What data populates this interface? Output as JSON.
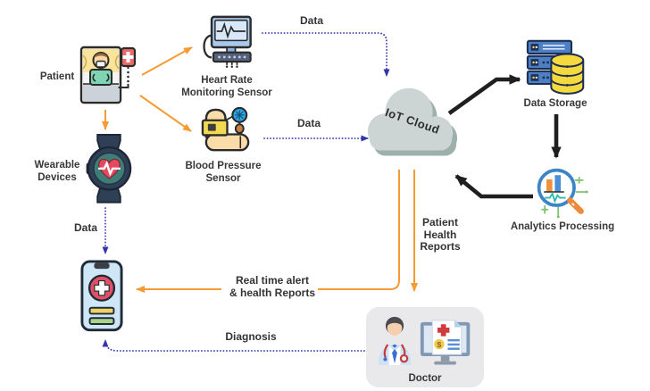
{
  "title": "IoT healthcare remote monitoring diagram",
  "colors": {
    "orange_arrow": "#F49B33",
    "blue_dotted_arrow": "#3336AB",
    "black_arrow": "#1F1F1F",
    "label_text": "#383838",
    "cloud_light": "#CCD5D3",
    "cloud_shade": "#9DB0AB",
    "doctor_box_bg": "#E9E9EB"
  },
  "nodes": {
    "patient": {
      "label": "Patient",
      "icon": "patient-in-bed-icon"
    },
    "heart_rate_sensor": {
      "lines": [
        "Heart Rate",
        "Monitoring Sensor"
      ],
      "icon": "heart-rate-monitor-icon"
    },
    "blood_pressure_sensor": {
      "lines": [
        "Blood Pressure",
        "Sensor"
      ],
      "icon": "blood-pressure-cuff-icon"
    },
    "wearable_devices": {
      "lines": [
        "Wearable",
        "Devices"
      ],
      "icon": "smartwatch-icon"
    },
    "iot_cloud": {
      "label": "IoT Cloud",
      "icon": "cloud-icon"
    },
    "data_storage": {
      "label": "Data Storage",
      "icon": "server-database-icon"
    },
    "analytics_processing": {
      "label": "Analytics Processing",
      "icon": "magnifier-chart-icon"
    },
    "doctor": {
      "label": "Doctor",
      "icon": "doctor-with-monitor-icon",
      "monitor_dollar": "$"
    },
    "patient_phone": {
      "icon": "medical-app-phone-icon"
    }
  },
  "edges": {
    "patient_to_heart_rate": {
      "from": "patient",
      "to": "heart_rate_sensor",
      "style": "solid-orange"
    },
    "patient_to_blood_pressure": {
      "from": "patient",
      "to": "blood_pressure_sensor",
      "style": "solid-orange"
    },
    "patient_to_wearable": {
      "from": "patient",
      "to": "wearable_devices",
      "style": "solid-orange"
    },
    "heart_rate_to_cloud": {
      "from": "heart_rate_sensor",
      "to": "iot_cloud",
      "label": "Data",
      "style": "dotted-blue"
    },
    "blood_pressure_to_cloud": {
      "from": "blood_pressure_sensor",
      "to": "iot_cloud",
      "label": "Data",
      "style": "dotted-blue"
    },
    "wearable_to_phone": {
      "from": "wearable_devices",
      "to": "patient_phone",
      "label": "Data",
      "style": "dotted-blue"
    },
    "cloud_to_data_storage": {
      "from": "iot_cloud",
      "to": "data_storage",
      "style": "solid-black"
    },
    "data_storage_to_analytics": {
      "from": "data_storage",
      "to": "analytics_processing",
      "style": "solid-black"
    },
    "analytics_to_cloud": {
      "from": "analytics_processing",
      "to": "iot_cloud",
      "style": "solid-black"
    },
    "cloud_to_doctor": {
      "from": "iot_cloud",
      "to": "doctor",
      "lines": [
        "Patient",
        "Health",
        "Reports"
      ],
      "style": "solid-orange"
    },
    "cloud_to_phone": {
      "from": "iot_cloud",
      "to": "patient_phone",
      "lines": [
        "Real time alert",
        "& health Reports"
      ],
      "style": "solid-orange"
    },
    "doctor_to_phone": {
      "from": "doctor",
      "to": "patient_phone",
      "label": "Diagnosis",
      "style": "dotted-blue"
    }
  }
}
